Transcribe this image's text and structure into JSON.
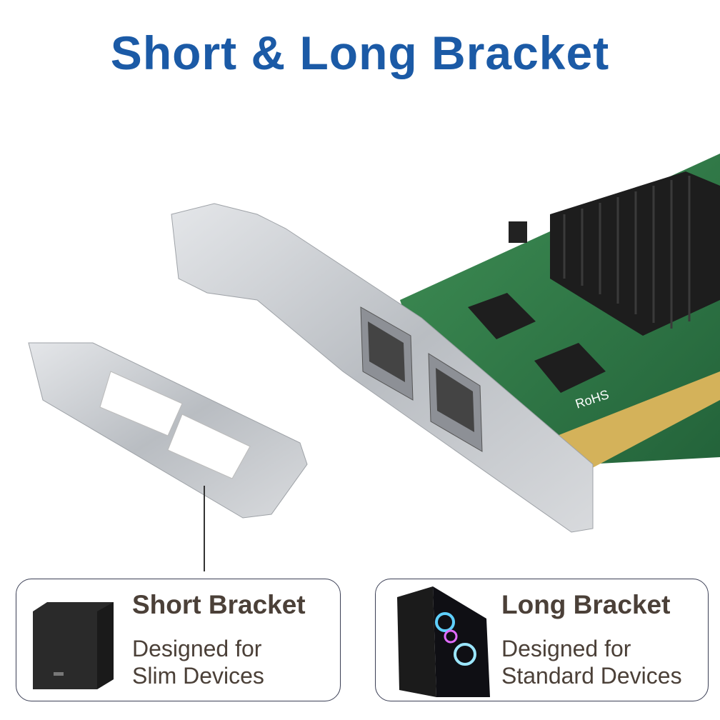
{
  "title": "Short & Long Bracket",
  "product": {
    "board_marking": "RoHS",
    "colors": {
      "pcb": "#2f7a44",
      "bracket": "#c9ccd0",
      "heatsink": "#1c1c1c",
      "title": "#1b5aa6",
      "text": "#4b4038"
    }
  },
  "cards": [
    {
      "heading": "Short Bracket",
      "line1": "Designed for",
      "line2": "Slim Devices",
      "image": "small-form-factor-pc-case"
    },
    {
      "heading": "Long Bracket",
      "line1": "Designed for",
      "line2": "Standard Devices",
      "image": "tower-pc-case-rgb"
    }
  ]
}
